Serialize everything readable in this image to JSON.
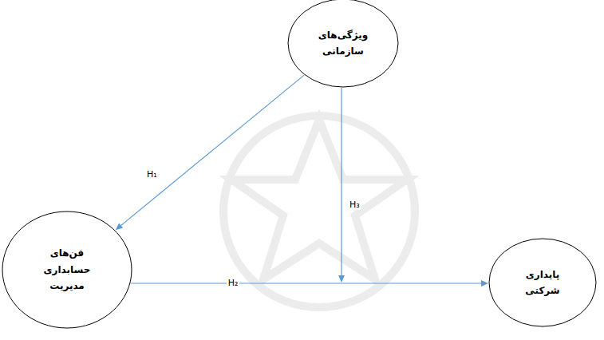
{
  "diagram": {
    "nodes": [
      {
        "text": [
          "ویژگی‌های سازمانی"
        ]
      },
      {
        "text": [
          "فن‌های حسابداری مدیریت"
        ]
      },
      {
        "text": [
          "پایداری شرکتی"
        ]
      }
    ],
    "edges": [
      {
        "from": 0,
        "to": 1,
        "arrow": "to",
        "label": "H₁"
      },
      {
        "from": 1,
        "to": 2,
        "arrow": "to",
        "label": "H₂"
      }
    ],
    "labels": [
      "H₃"
    ]
  }
}
